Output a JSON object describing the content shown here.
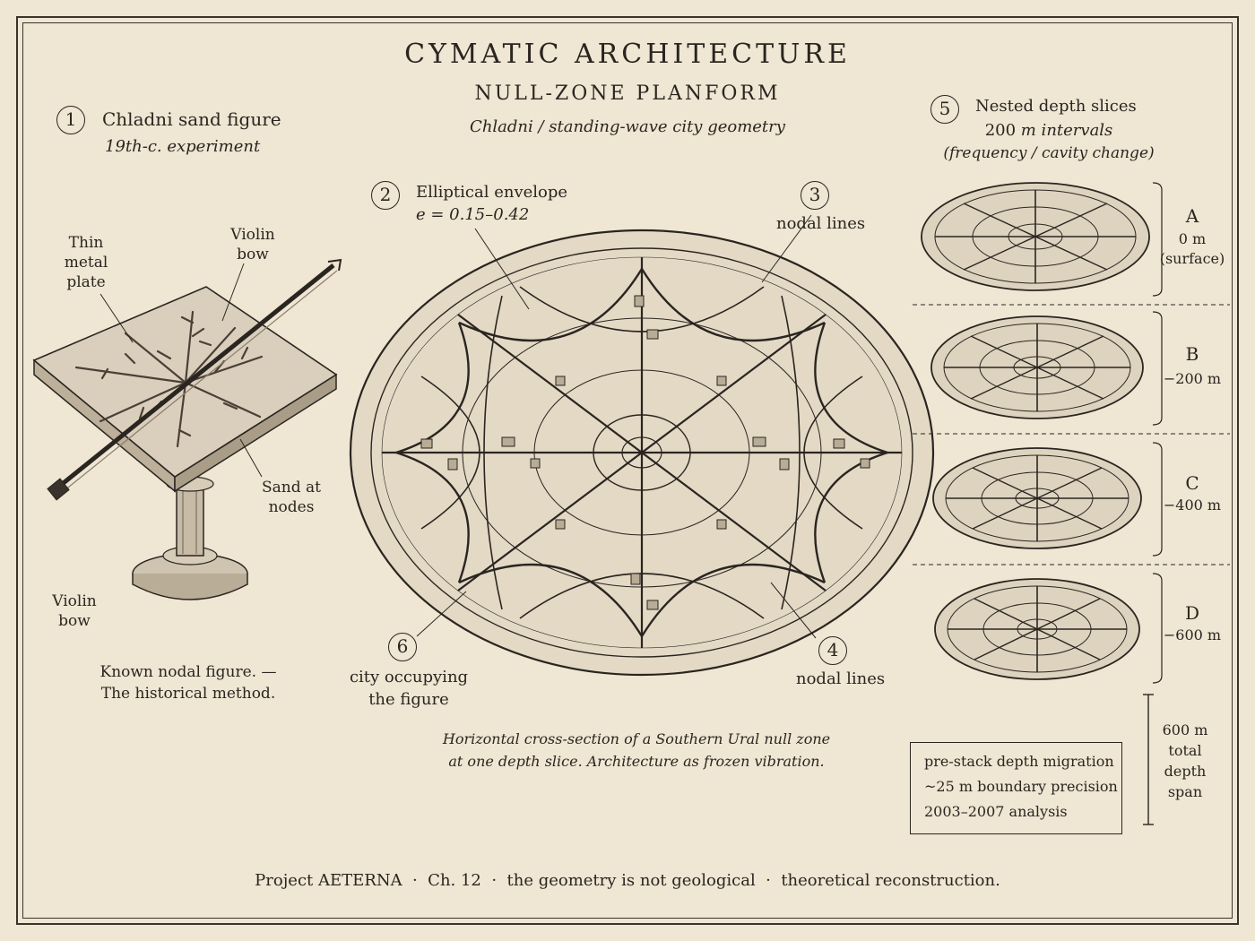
{
  "header": {
    "title": "CYMATIC ARCHITECTURE",
    "subtitle": "NULL-ZONE PLANFORM",
    "tagline": "Chladni / standing-wave city geometry"
  },
  "panel_1": {
    "number": "1",
    "title": "Chladni sand figure",
    "subtitle": "19th-c. experiment",
    "labels": {
      "plate": [
        "Thin",
        "metal",
        "plate"
      ],
      "bow_top": [
        "Violin",
        "bow"
      ],
      "sand": [
        "Sand at",
        "nodes"
      ],
      "bow_bottom": [
        "Violin",
        "bow"
      ]
    },
    "caption": [
      "Known nodal figure. —",
      "The historical method."
    ]
  },
  "callouts": {
    "c2": {
      "number": "2",
      "line1": "Elliptical envelope",
      "line2": "e = 0.15–0.42"
    },
    "c3": {
      "number": "3",
      "line1": "nodal lines"
    },
    "c4": {
      "number": "4",
      "line1": "nodal lines"
    },
    "c6": {
      "number": "6",
      "line1": "city occupying",
      "line2": "the figure"
    }
  },
  "main_caption": [
    "Horizontal cross-section of a Southern Ural null zone",
    "at one depth slice. Architecture as frozen vibration."
  ],
  "panel_5": {
    "number": "5",
    "title": "Nested depth slices",
    "line2": "200 m intervals",
    "line3": "(frequency / cavity change)",
    "slices": [
      {
        "letter": "A",
        "depth": "0 m",
        "note": "(surface)"
      },
      {
        "letter": "B",
        "depth": "−200 m",
        "note": ""
      },
      {
        "letter": "C",
        "depth": "−400 m",
        "note": ""
      },
      {
        "letter": "D",
        "depth": "−600 m",
        "note": ""
      }
    ],
    "span": [
      "600 m",
      "total",
      "depth",
      "span"
    ],
    "box": [
      "pre-stack depth migration",
      "~25 m boundary precision",
      "2003–2007 analysis"
    ]
  },
  "footer": "Project AETERNA  ·  Ch. 12  ·  the geometry is not geological  ·  theoretical reconstruction.",
  "colors": {
    "paper": "#efe6d3",
    "ink": "#2a2520",
    "plate": "#d9cfbc"
  }
}
